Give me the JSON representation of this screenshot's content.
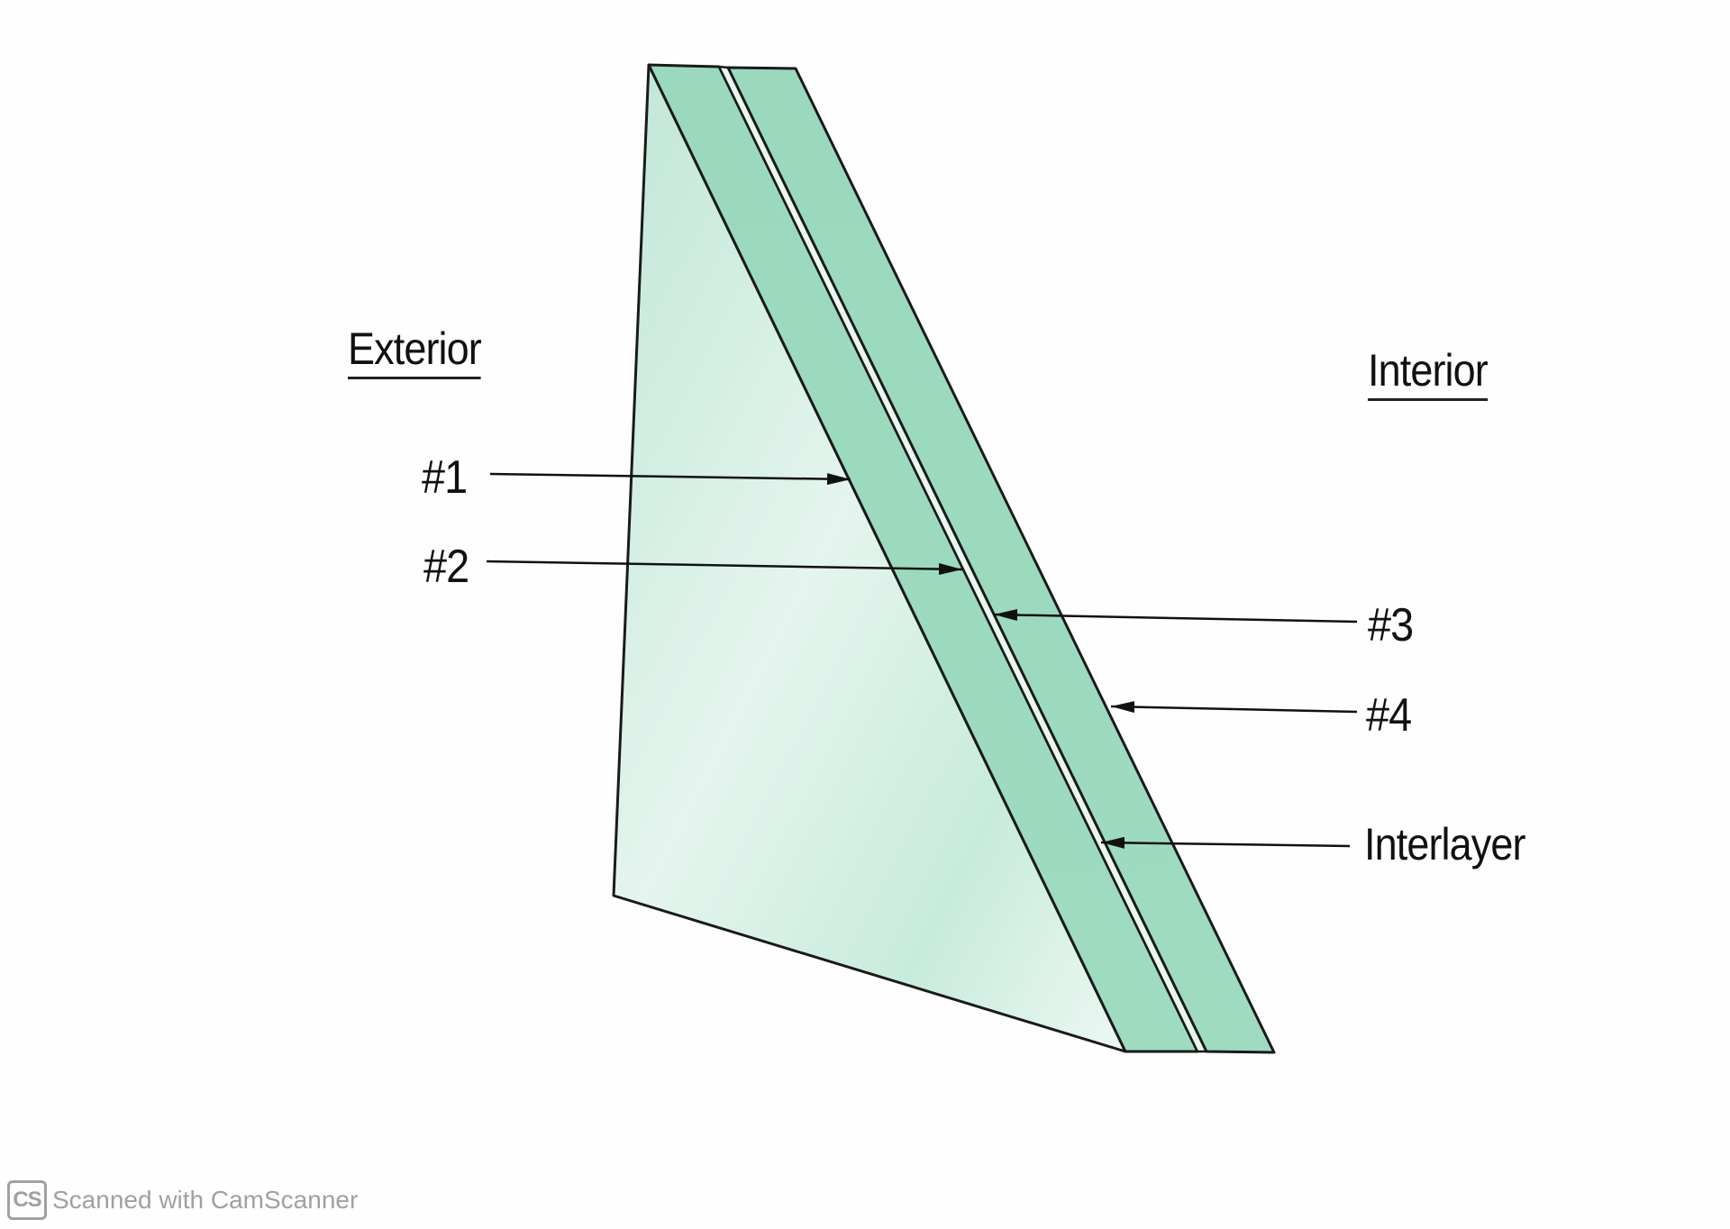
{
  "diagram": {
    "labels": {
      "exterior": "Exterior",
      "interior": "Interior"
    },
    "callouts": [
      {
        "id": "surface-1",
        "text": "#1"
      },
      {
        "id": "surface-2",
        "text": "#2"
      },
      {
        "id": "surface-3",
        "text": "#3"
      },
      {
        "id": "surface-4",
        "text": "#4"
      },
      {
        "id": "interlayer",
        "text": "Interlayer"
      }
    ],
    "colors": {
      "glass_face": "#bfe6d4",
      "glass_edge": "#8fd4b6",
      "outline": "#1a1a1a"
    }
  },
  "watermark": {
    "logo_text": "CS",
    "text": "Scanned with CamScanner"
  }
}
